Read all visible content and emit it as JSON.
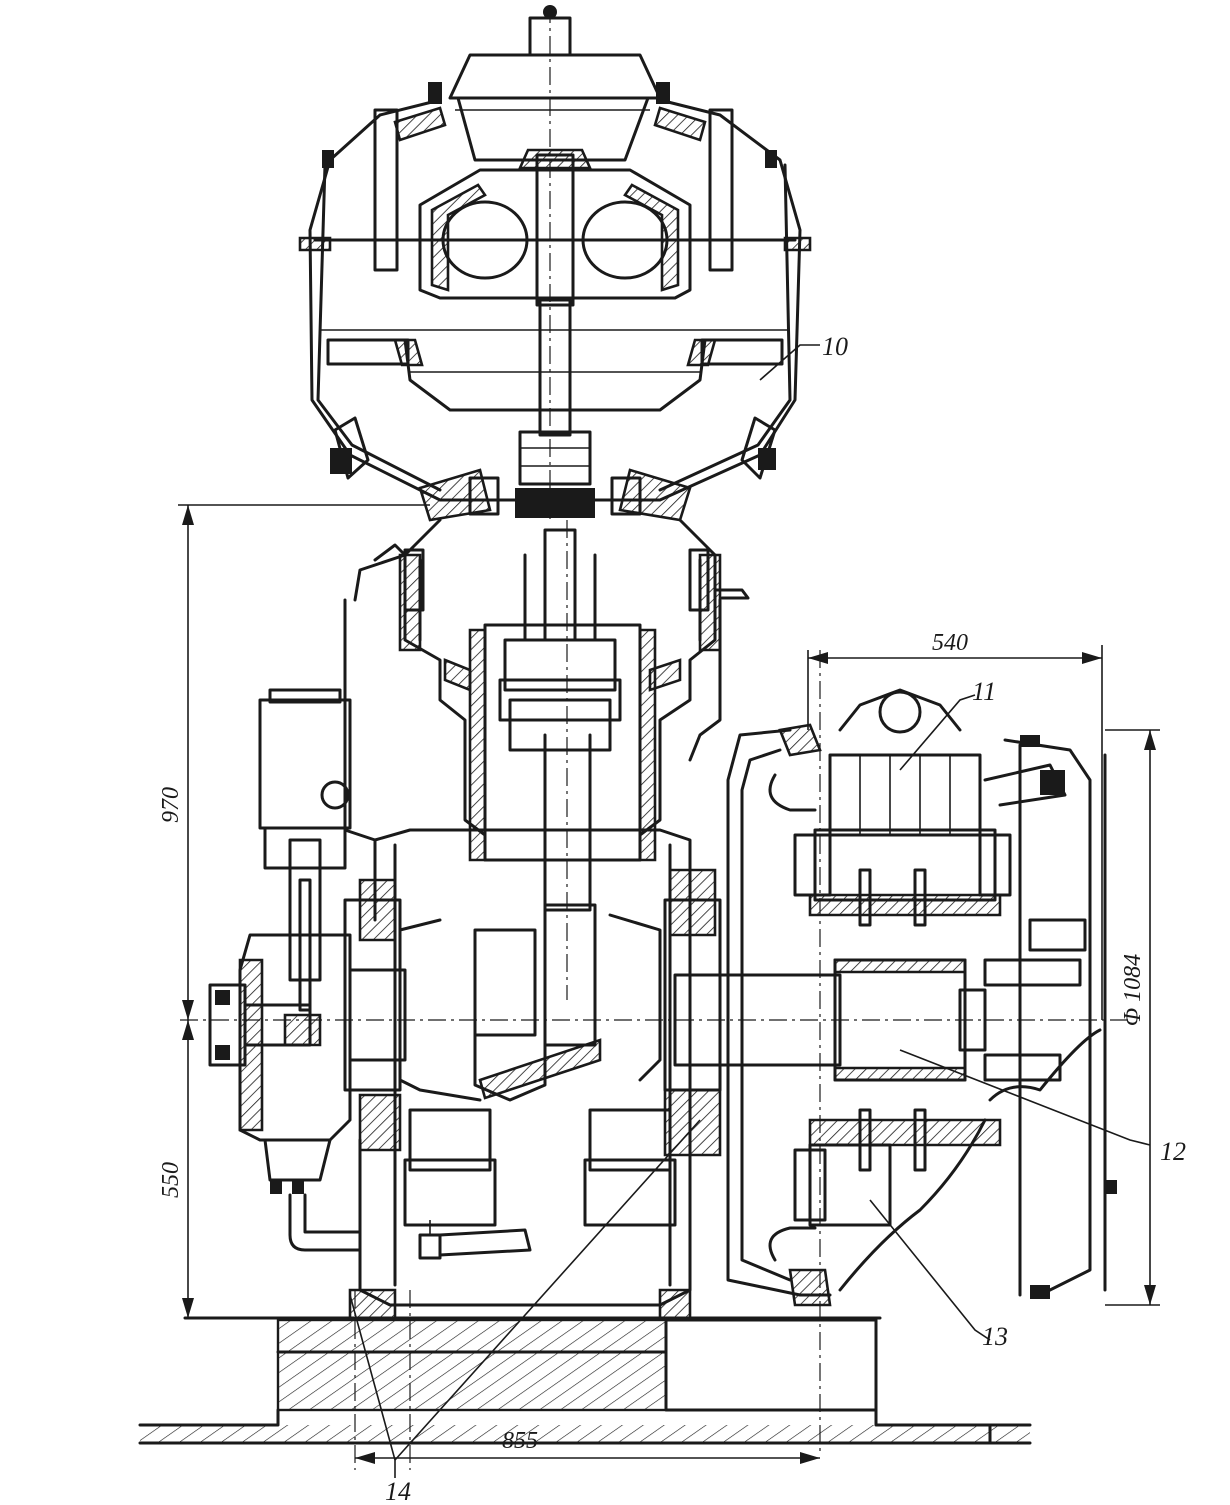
{
  "callouts": {
    "c10": "10",
    "c11": "11",
    "c12": "12",
    "c13": "13",
    "c14": "14"
  },
  "dimensions": {
    "height_total": "970",
    "height_lower": "550",
    "width_generator": "540",
    "base_width": "855",
    "generator_diameter": "Φ 1084"
  }
}
